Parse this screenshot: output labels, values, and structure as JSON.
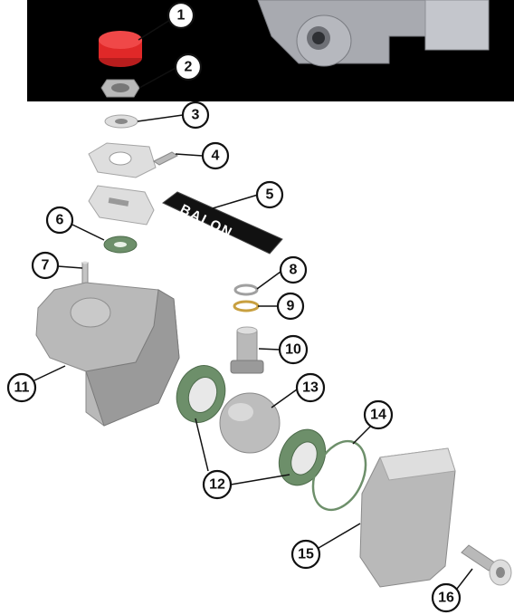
{
  "brand_tag": "BALON",
  "colors": {
    "header_bg": "#000000",
    "cap": "#e02828",
    "seal": "#6d8f6a",
    "metal": "#b9b9b9"
  },
  "callouts": [
    {
      "label": "1"
    },
    {
      "label": "2"
    },
    {
      "label": "3"
    },
    {
      "label": "4"
    },
    {
      "label": "5"
    },
    {
      "label": "6"
    },
    {
      "label": "7"
    },
    {
      "label": "8"
    },
    {
      "label": "9"
    },
    {
      "label": "10"
    },
    {
      "label": "11"
    },
    {
      "label": "12"
    },
    {
      "label": "13"
    },
    {
      "label": "14"
    },
    {
      "label": "15"
    },
    {
      "label": "16"
    }
  ]
}
